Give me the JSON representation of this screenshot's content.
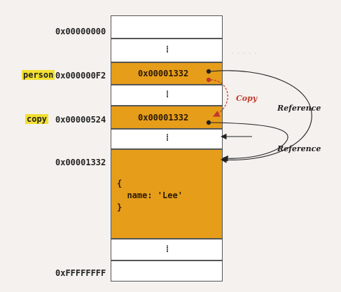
{
  "memory": {
    "cells": [
      {
        "address": "0x00000000",
        "variable": "",
        "value": ""
      },
      {
        "ellipsis": "⁞"
      },
      {
        "address": "0x000000F2",
        "variable": "person",
        "value": "0x00001332"
      },
      {
        "ellipsis": "⁞"
      },
      {
        "address": "0x00000524",
        "variable": "copy",
        "value": "0x00001332"
      },
      {
        "ellipsis": "⁞"
      },
      {
        "address": "0x00001332",
        "variable": "",
        "value": "",
        "object_lines": [
          "{",
          "  name: 'Lee'",
          "}"
        ]
      },
      {
        "ellipsis": "⁞"
      },
      {
        "address": "0xFFFFFFFF",
        "variable": "",
        "value": ""
      }
    ]
  },
  "labels": {
    "copy": "Copy",
    "reference_1": "Reference",
    "reference_2": "Reference"
  },
  "colors": {
    "value_cell": "#e69d1a",
    "empty_cell": "#ffffff",
    "variable_highlight": "#f2e02f",
    "copy_arrow": "#c0392b",
    "reference_arrow": "#222222"
  }
}
